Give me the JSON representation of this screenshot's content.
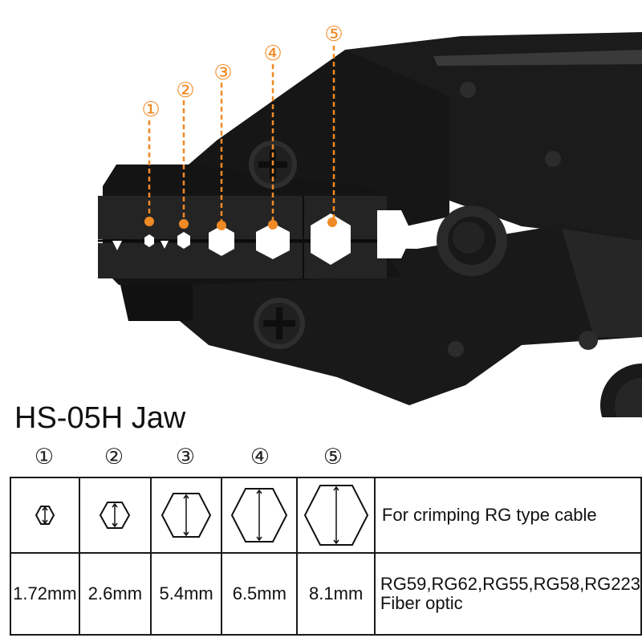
{
  "callouts": [
    "①",
    "②",
    "③",
    "④",
    "⑤"
  ],
  "title": "HS-05H Jaw",
  "table": {
    "numbers": [
      "①",
      "②",
      "③",
      "④",
      "⑤"
    ],
    "description": "For crimping RG type cable",
    "sizes": [
      "1.72mm",
      "2.6mm",
      "5.4mm",
      "6.5mm",
      "8.1mm"
    ],
    "models_line1": "RG59,RG62,RG55,RG58,RG223",
    "models_line2": "Fiber optic"
  },
  "icons": [
    "hex-die-1-icon",
    "hex-die-2-icon",
    "hex-die-3-icon",
    "hex-die-4-icon",
    "hex-die-5-icon"
  ],
  "colors": {
    "accent": "#f08a24",
    "tool_body": "#1c1c1c",
    "die_opening": "#ffffff"
  }
}
